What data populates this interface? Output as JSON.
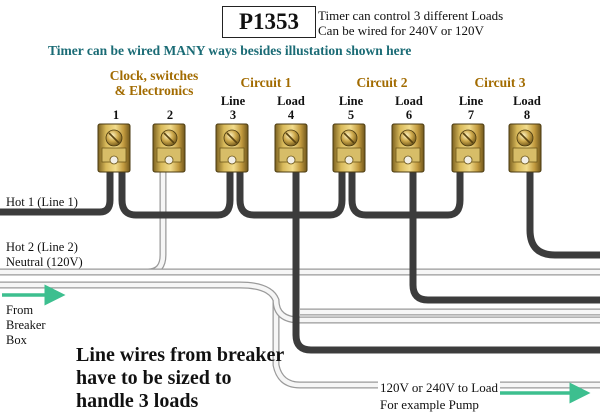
{
  "title": "P1353",
  "notes": {
    "line1": "Timer can control 3 different Loads",
    "line2": "Can be wired for 240V or 120V"
  },
  "subtitle": "Timer can be wired MANY ways besides illustation shown here",
  "groups": {
    "clock_line1": "Clock, switches",
    "clock_line2": "& Electronics",
    "circuit1": "Circuit 1",
    "circuit2": "Circuit 2",
    "circuit3": "Circuit 3"
  },
  "terminals": [
    {
      "num": "1",
      "role": ""
    },
    {
      "num": "2",
      "role": ""
    },
    {
      "num": "3",
      "role": "Line"
    },
    {
      "num": "4",
      "role": "Load"
    },
    {
      "num": "5",
      "role": "Line"
    },
    {
      "num": "6",
      "role": "Load"
    },
    {
      "num": "7",
      "role": "Line"
    },
    {
      "num": "8",
      "role": "Load"
    }
  ],
  "wire_labels": {
    "hot1": "Hot 1 (Line 1)",
    "hot2": "Hot 2 (Line 2)",
    "neutral": "Neutral (120V)",
    "from": "From",
    "breaker": "Breaker",
    "box": "Box"
  },
  "bottom_note": {
    "line1": "Line wires from breaker",
    "line2": "have to be sized to",
    "line3": "handle 3 loads"
  },
  "load_note": {
    "line1": "120V or 240V to Load",
    "line2": "For example Pump"
  },
  "colors": {
    "arrow": "#3dbf8f",
    "title_accent": "#1a6b75",
    "group_accent": "#a26b00",
    "hot_wire": "#3c3c3c",
    "neutral_wire": "#f4f4f4",
    "terminal_brass": "#c9a545"
  }
}
